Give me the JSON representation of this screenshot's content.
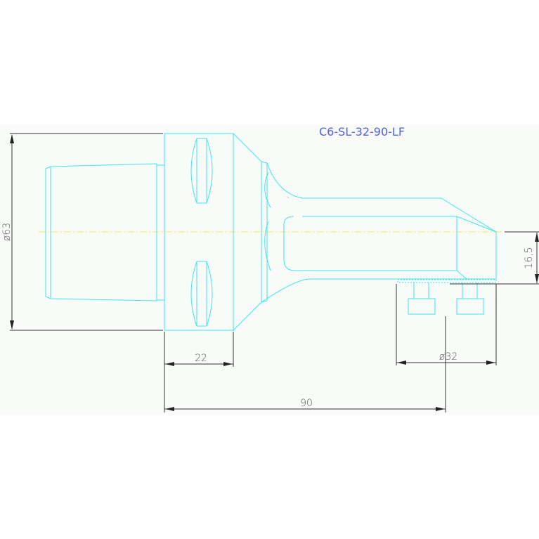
{
  "title": "C6-SL-32-90-LF",
  "dimensions": {
    "flange_diameter": "ø63",
    "flange_width": "22",
    "overall_length": "90",
    "shank_diameter": "ø32",
    "offset": "16,5"
  },
  "colors": {
    "outline": "#3ee6ee",
    "centerline": "#eeee55",
    "dimension": "#333333",
    "title": "#5060e0"
  }
}
